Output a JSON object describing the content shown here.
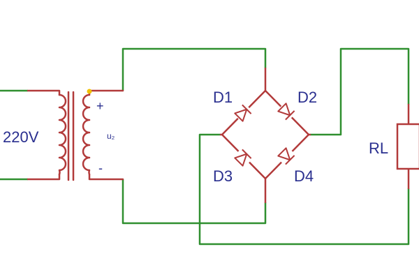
{
  "diagram": {
    "source_label": "220V",
    "secondary_label": "u₂",
    "plus_label": "+",
    "minus_label": "-",
    "diodes": [
      "D1",
      "D2",
      "D3",
      "D4"
    ],
    "load_label": "RL"
  },
  "colors": {
    "wire": "#2f8f2f",
    "component": "#b23a3a",
    "text": "#2a2f8f",
    "dot": "#f0c000",
    "background": "#ffffff"
  }
}
